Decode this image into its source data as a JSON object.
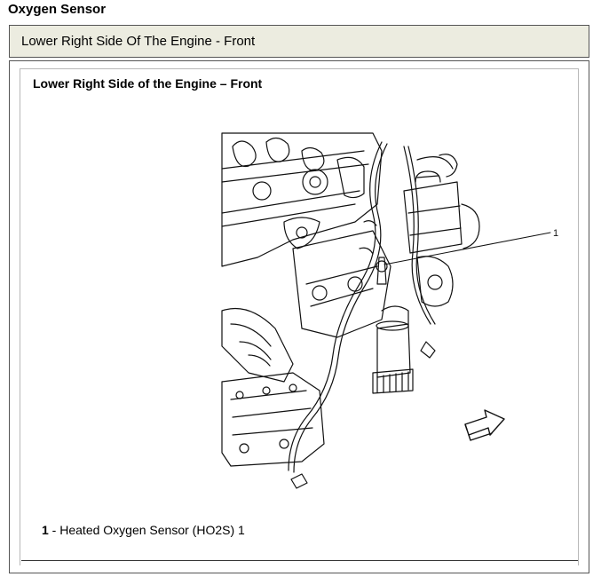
{
  "page_heading": "Oxygen Sensor",
  "caption": "Lower Right Side Of The Engine - Front",
  "figure": {
    "title": "Lower Right Side of the Engine – Front",
    "callout_number": "1",
    "legend": [
      {
        "number": "1",
        "separator": " - ",
        "text": "Heated Oxygen Sensor (HO2S) 1"
      }
    ]
  }
}
